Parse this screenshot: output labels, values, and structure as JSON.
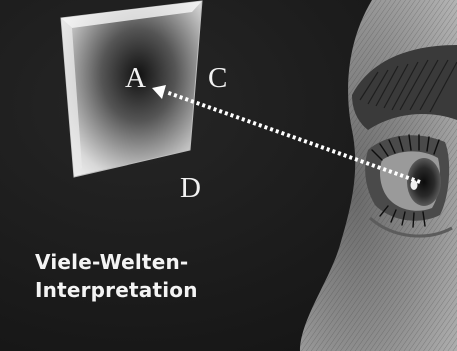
{
  "labels": {
    "a": "A",
    "c": "C",
    "d": "D"
  },
  "caption": {
    "line1": "Viele-Welten-",
    "line2": "Interpretation"
  },
  "colors": {
    "background": "#1b1b1b",
    "text": "#f2f2f2",
    "ray": "#ffffff"
  }
}
